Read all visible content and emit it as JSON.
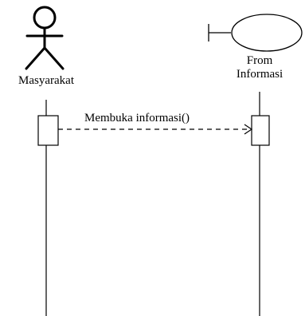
{
  "diagram": {
    "type": "sequence",
    "participants": [
      {
        "name": "Masyarakat",
        "kind": "actor",
        "icon": "stick-figure-icon"
      },
      {
        "name_line1": "From",
        "name_line2": "Informasi",
        "kind": "boundary",
        "icon": "boundary-icon"
      }
    ],
    "messages": [
      {
        "from": "Masyarakat",
        "to": "From Informasi",
        "label": "Membuka informasi()",
        "style": "dashed",
        "arrowhead": "open"
      }
    ],
    "colors": {
      "stroke": "#000000",
      "background": "#ffffff"
    }
  }
}
